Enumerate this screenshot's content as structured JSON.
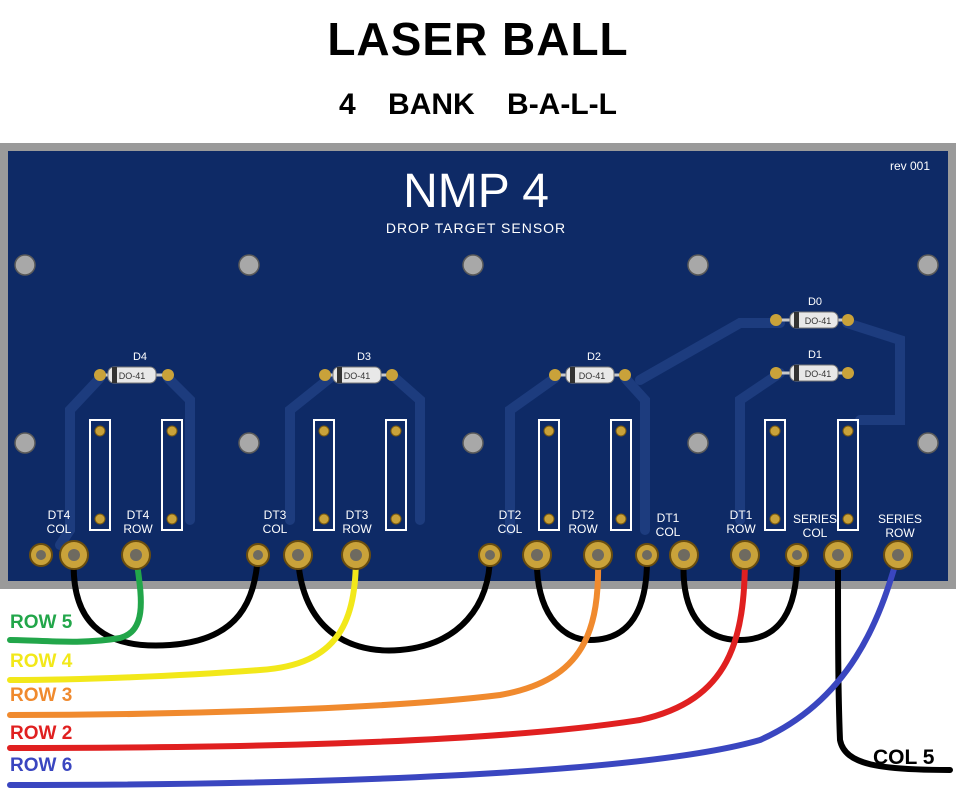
{
  "title": "LASER BALL",
  "subtitle": "4 BANK   B-A-L-L",
  "board": {
    "name": "NMP 4",
    "subtitle": "DROP TARGET SENSOR",
    "revision": "rev 001",
    "colors": {
      "pcb": "#0e2a66",
      "trace": "#1d3c7e",
      "pad": "#c9a23a",
      "frame": "#9a9a9a"
    }
  },
  "diodes": [
    {
      "ref": "D4",
      "package": "DO-41"
    },
    {
      "ref": "D3",
      "package": "DO-41"
    },
    {
      "ref": "D2",
      "package": "DO-41"
    },
    {
      "ref": "D0",
      "package": "DO-41"
    },
    {
      "ref": "D1",
      "package": "DO-41"
    }
  ],
  "terminals": [
    {
      "line1": "DT4",
      "line2": "COL"
    },
    {
      "line1": "DT4",
      "line2": "ROW"
    },
    {
      "line1": "DT3",
      "line2": "COL"
    },
    {
      "line1": "DT3",
      "line2": "ROW"
    },
    {
      "line1": "DT2",
      "line2": "COL"
    },
    {
      "line1": "DT2",
      "line2": "ROW"
    },
    {
      "line1": "DT1",
      "line2": "COL"
    },
    {
      "line1": "DT1",
      "line2": "ROW"
    },
    {
      "line1": "SERIES",
      "line2": "COL"
    },
    {
      "line1": "SERIES",
      "line2": "ROW"
    }
  ],
  "wires": [
    {
      "label": "ROW 5",
      "color": "#22a64a"
    },
    {
      "label": "ROW 4",
      "color": "#f2e81a"
    },
    {
      "label": "ROW 3",
      "color": "#f08a2e"
    },
    {
      "label": "ROW 2",
      "color": "#e02020"
    },
    {
      "label": "ROW 6",
      "color": "#3a46c0"
    },
    {
      "label": "COL 5",
      "color": "#000000"
    }
  ]
}
